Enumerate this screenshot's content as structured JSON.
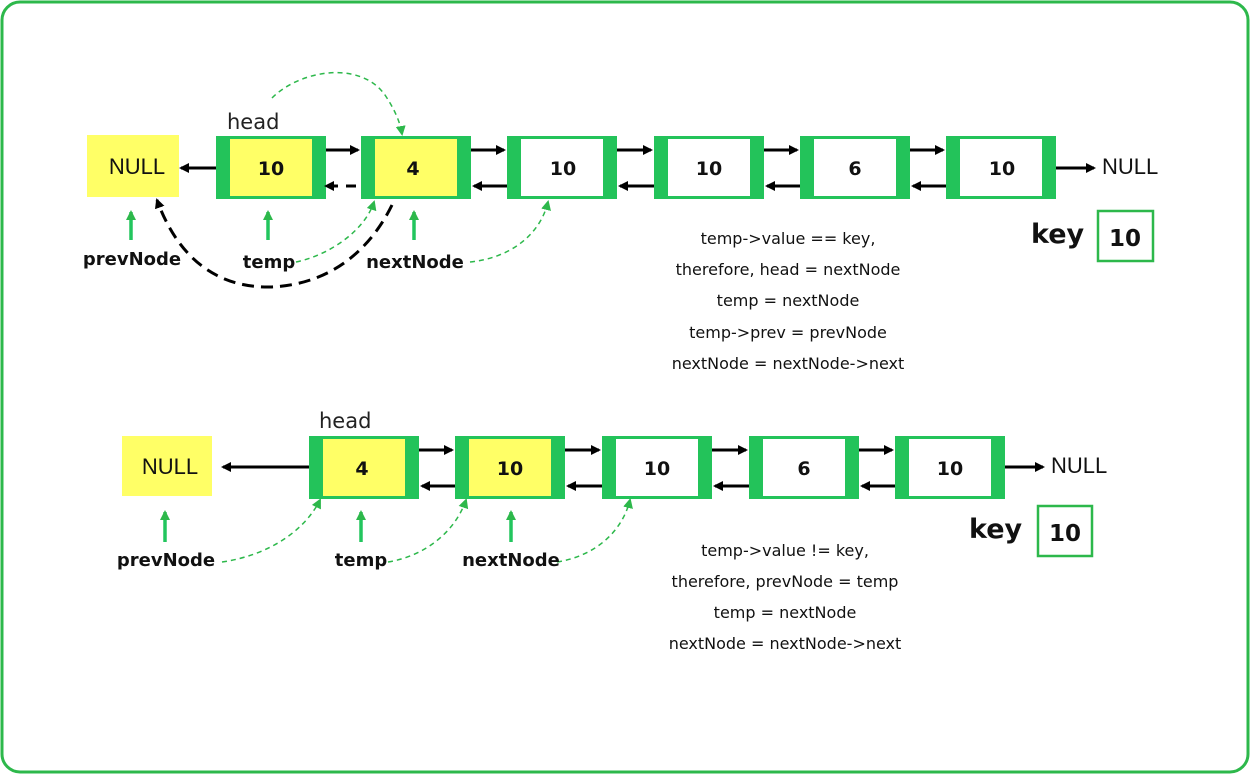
{
  "colors": {
    "frame": "#2db84b",
    "node_border": "#23c35a",
    "highlight": "#ffff66",
    "arrow": "#000000",
    "pointer_arrow": "#22c55e",
    "dashed_green": "#2db84b"
  },
  "top": {
    "null_left": "NULL",
    "head_label": "head",
    "nodes": [
      "10",
      "4",
      "10",
      "10",
      "6",
      "10"
    ],
    "null_right": "NULL",
    "pointers": {
      "prev": "prevNode",
      "temp": "temp",
      "next": "nextNode"
    },
    "key": {
      "label": "key",
      "value": "10"
    },
    "notes": [
      "temp->value == key,",
      "therefore, head = nextNode",
      "temp = nextNode",
      "temp->prev = prevNode",
      "nextNode = nextNode->next"
    ]
  },
  "bottom": {
    "null_left": "NULL",
    "head_label": "head",
    "nodes": [
      "4",
      "10",
      "10",
      "6",
      "10"
    ],
    "null_right": "NULL",
    "pointers": {
      "prev": "prevNode",
      "temp": "temp",
      "next": "nextNode"
    },
    "key": {
      "label": "key",
      "value": "10"
    },
    "notes": [
      "temp->value != key,",
      "therefore, prevNode = temp",
      "temp = nextNode",
      "nextNode = nextNode->next"
    ]
  }
}
